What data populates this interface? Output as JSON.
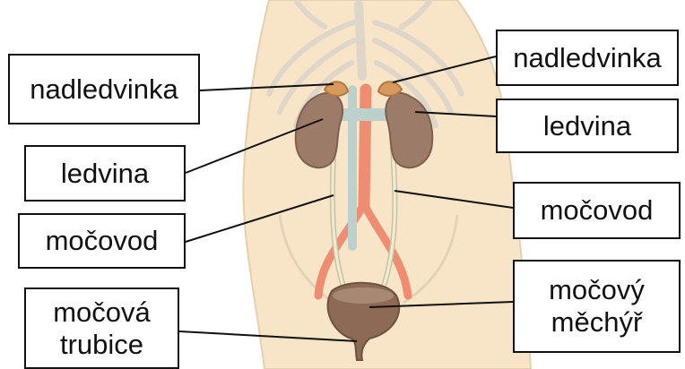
{
  "labels": {
    "adrenal_left": "nadledvinka",
    "adrenal_right": "nadledvinka",
    "kidney_left": "ledvina",
    "kidney_right": "ledvina",
    "ureter_left": "močovod",
    "ureter_right": "močovod",
    "urethra": [
      "močová",
      "trubice"
    ],
    "bladder": [
      "močový",
      "měchýř"
    ]
  },
  "colors": {
    "skin": "#f8e4c6",
    "skin_outline": "#e6cfae",
    "kidney": "#9c7b69",
    "adrenal": "#d89a5c",
    "artery": "#ee8d72",
    "vein": "#bcd1cc",
    "ureter": "#f0ecd4",
    "bladder": "#8c6a55"
  }
}
